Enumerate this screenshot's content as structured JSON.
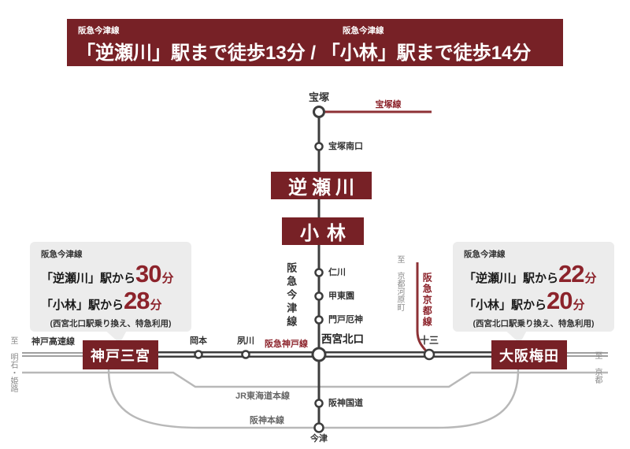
{
  "colors": {
    "maroon": "#772126",
    "number_red": "#8c232b",
    "rail_red": "#8d3135",
    "rail_dark": "#3d3d3d",
    "rail_gray": "#b8b8b8",
    "callout_bg": "#ececec"
  },
  "header": {
    "line_label_left": "阪急今津線",
    "line_label_right": "阪急今津線",
    "title": "「逆瀬川」駅まで徒歩13分 / 「小林」駅まで徒歩14分"
  },
  "map": {
    "takarazuka": "宝塚",
    "takarazuka_line": "宝塚線",
    "takarazuka_minamiguchi": "宝塚南口",
    "sakasegawa": "逆瀬川",
    "obayashi": "小林",
    "nigawa": "仁川",
    "kotoen": "甲東園",
    "mondo_yakujin": "門戸厄神",
    "hankyu_imazu_line": "阪急今津線",
    "nishinomiya_kitaguchi": "西宮北口",
    "hankyu_kobe_line": "阪急神戸線",
    "okamoto": "岡本",
    "shukugawa": "夙川",
    "juso": "十三",
    "hankyu_kyoto_line": "阪急京都線",
    "to_kyoto_kawaramachi": "至 京都河原町",
    "kobe_sannomiya": "神戸三宮",
    "osaka_umeda": "大阪梅田",
    "kobe_kosoku_line": "神戸高速線",
    "to_akashi_himeji": "至 明石・姫路",
    "to_kyoto": "至 京都",
    "jr_tokaido_line": "JR東海道本線",
    "hanshin_main_line": "阪神本線",
    "hanshin_kokudo": "阪神国道",
    "imazu": "今津"
  },
  "callouts": {
    "left": {
      "line": "阪急今津線",
      "rows": [
        {
          "prefix": "「逆瀬川」駅から",
          "minutes": "30",
          "unit": "分"
        },
        {
          "prefix": "「小林」駅から",
          "minutes": "28",
          "unit": "分"
        }
      ],
      "note": "(西宮北口駅乗り換え、特急利用)"
    },
    "right": {
      "line": "阪急今津線",
      "rows": [
        {
          "prefix": "「逆瀬川」駅から",
          "minutes": "22",
          "unit": "分"
        },
        {
          "prefix": "「小林」駅から",
          "minutes": "20",
          "unit": "分"
        }
      ],
      "note": "(西宮北口駅乗り換え、特急利用)"
    }
  }
}
